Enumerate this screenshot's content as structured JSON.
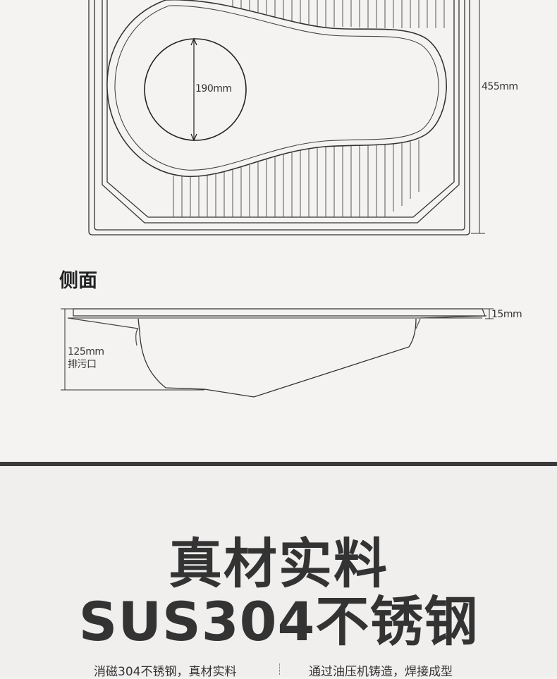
{
  "top_view": {
    "drain_diameter": "190mm",
    "depth_dimension": "455mm"
  },
  "side_view": {
    "heading": "侧面",
    "rim_height": "15mm",
    "outlet_height": "125mm",
    "outlet_label": "排污口"
  },
  "material": {
    "title_line1": "真材实料",
    "title_line2": "SUS304不锈钢",
    "feature_left": "消磁304不锈钢，真材实料",
    "feature_right": "通过油压机铸造，焊接成型"
  }
}
